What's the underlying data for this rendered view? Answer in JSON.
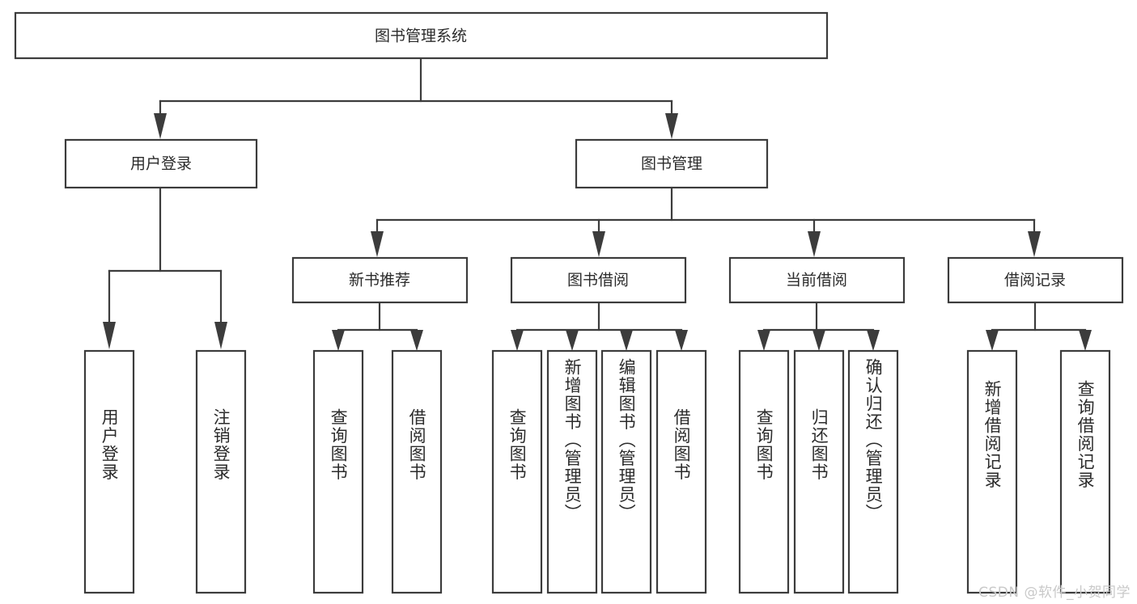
{
  "diagram": {
    "type": "tree",
    "title": "图书管理系统",
    "orientation": "top-down",
    "colors": {
      "box_fill": "#ffffff",
      "box_stroke": "#3c3c3c",
      "text": "#2b2b2b",
      "watermark": "#c9c9c9",
      "background": "#ffffff"
    },
    "nodes": {
      "root": {
        "label": "图书管理系统"
      },
      "level2": [
        {
          "id": "user-login",
          "label": "用户登录"
        },
        {
          "id": "book-manage",
          "label": "图书管理"
        }
      ],
      "level3": [
        {
          "id": "new-book-rec",
          "label": "新书推荐"
        },
        {
          "id": "book-borrow",
          "label": "图书借阅"
        },
        {
          "id": "current-borrow",
          "label": "当前借阅"
        },
        {
          "id": "borrow-record",
          "label": "借阅记录"
        }
      ],
      "leaves": {
        "user-login": [
          {
            "id": "leaf-user-login",
            "label": "用户登录"
          },
          {
            "id": "leaf-logout-login",
            "label": "注销登录"
          }
        ],
        "new-book-rec": [
          {
            "id": "leaf-query-book-1",
            "label": "查询图书"
          },
          {
            "id": "leaf-borrow-book-1",
            "label": "借阅图书"
          }
        ],
        "book-borrow": [
          {
            "id": "leaf-query-book-2",
            "label": "查询图书"
          },
          {
            "id": "leaf-add-book-admin",
            "label": "新增图书（管理员）"
          },
          {
            "id": "leaf-edit-book-admin",
            "label": "编辑图书（管理员）"
          },
          {
            "id": "leaf-borrow-book-2",
            "label": "借阅图书"
          }
        ],
        "current-borrow": [
          {
            "id": "leaf-query-book-3",
            "label": "查询图书"
          },
          {
            "id": "leaf-return-book",
            "label": "归还图书"
          },
          {
            "id": "leaf-confirm-return-admin",
            "label": "确认归还（管理员）"
          }
        ],
        "borrow-record": [
          {
            "id": "leaf-add-borrow-record",
            "label": "新增借阅记录"
          },
          {
            "id": "leaf-query-borrow-record",
            "label": "查询借阅记录"
          }
        ]
      }
    },
    "watermark": "CSDN @软件_小贺同学"
  }
}
